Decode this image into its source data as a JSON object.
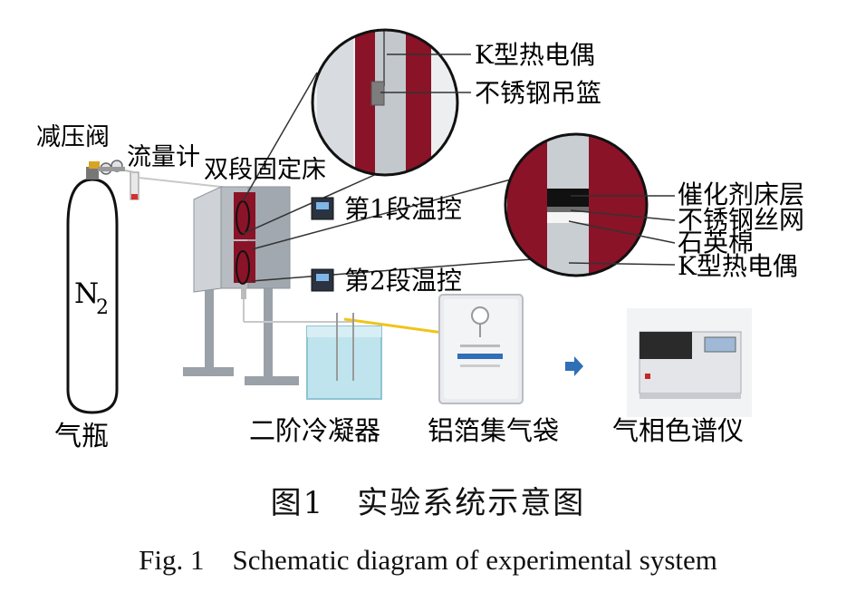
{
  "labels": {
    "pressure_valve": "减压阀",
    "flow_meter": "流量计",
    "fixed_bed": "双段固定床",
    "n2_main": "N",
    "n2_sub": "2",
    "cylinder": "气瓶",
    "thermocouple_top": "K型热电偶",
    "basket": "不锈钢吊篮",
    "catalyst_bed": "催化剂床层",
    "steel_mesh": "不锈钢丝网",
    "quartz_wool": "石英棉",
    "thermocouple_bottom": "K型热电偶",
    "temp_ctrl_1": "第1段温控",
    "temp_ctrl_2": "第2段温控",
    "condenser": "二阶冷凝器",
    "gas_bag": "铝箔集气袋",
    "gc": "气相色谱仪"
  },
  "caption": {
    "cn": "图1　实验系统示意图",
    "en": "Fig. 1　Schematic diagram of experimental system"
  },
  "colors": {
    "reactor_red": "#8a1328",
    "tube_gray": "#c9ced3",
    "frame_gray": "#9ea5ad",
    "condenser_blue": "#bfe4ee",
    "arrow_blue": "#2f6fb5",
    "gas_line_yellow": "#f0c419"
  }
}
